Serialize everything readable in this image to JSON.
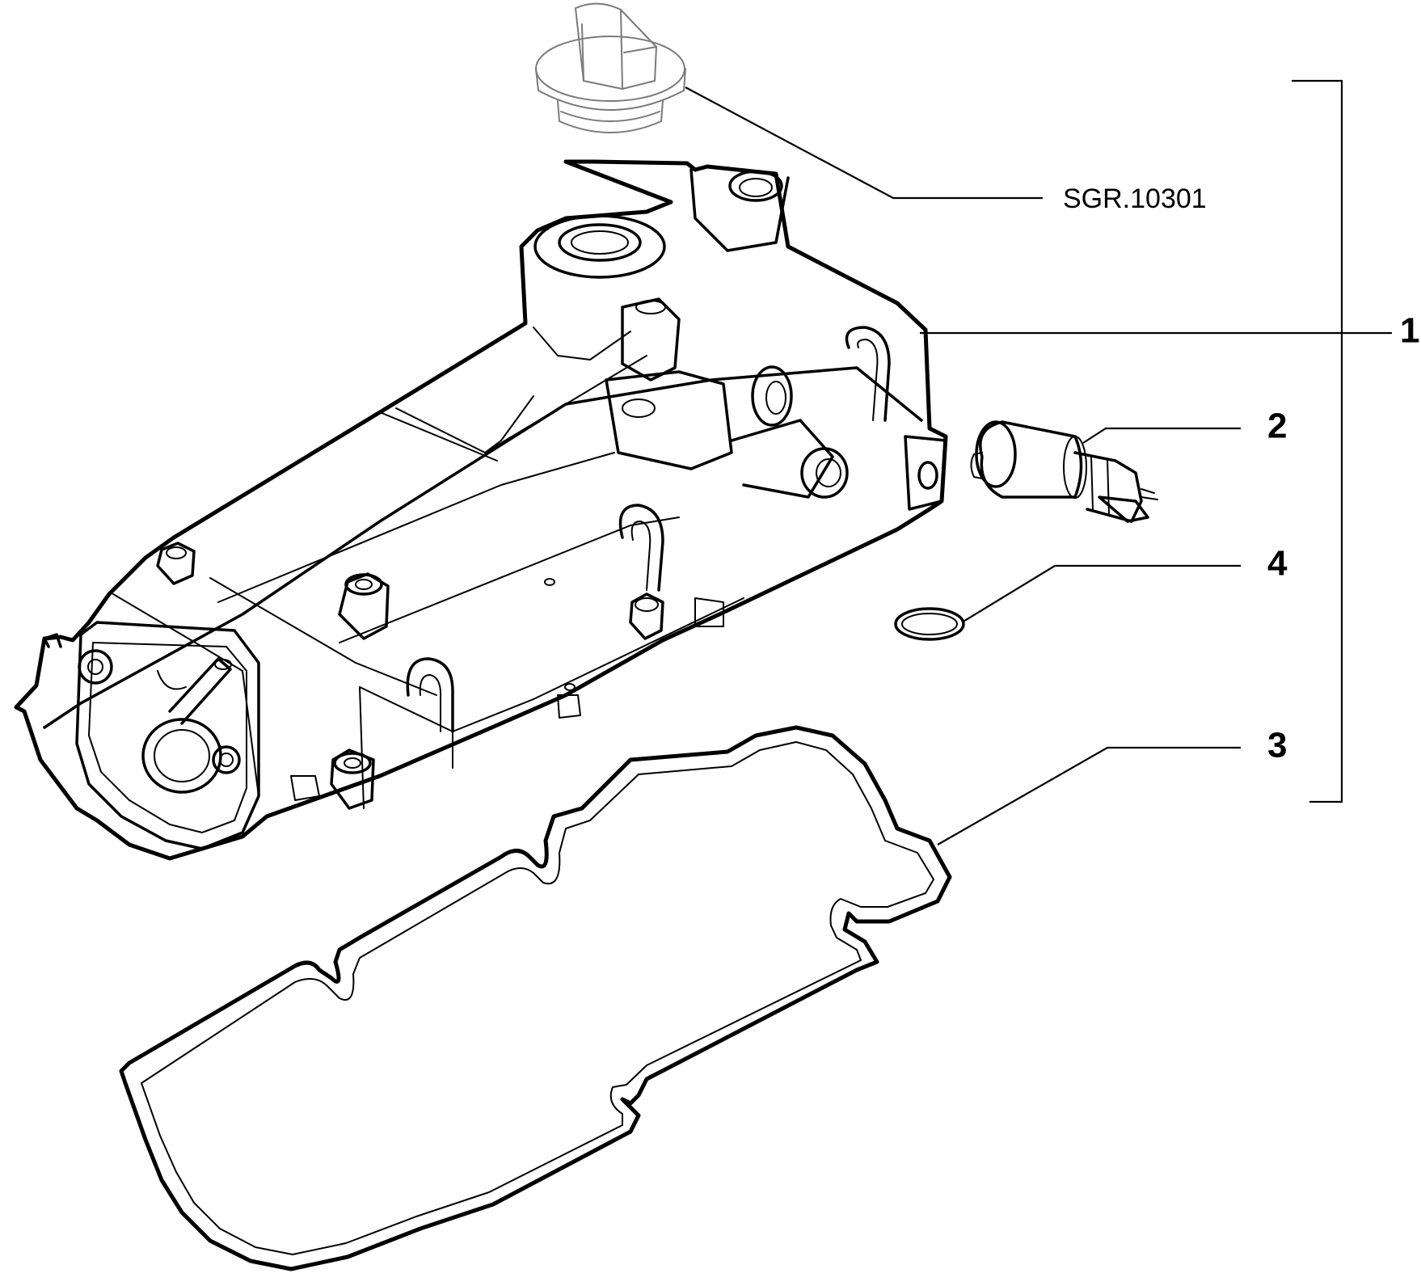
{
  "diagram": {
    "title": "Cylinder head cover exploded view",
    "colors": {
      "line": "#000000",
      "phantom": "#7a7a7a",
      "background": "#ffffff"
    },
    "callouts": [
      {
        "id": "1",
        "label": "1",
        "part": "cylinder-head-cover"
      },
      {
        "id": "2",
        "label": "2",
        "part": "sensor"
      },
      {
        "id": "3",
        "label": "3",
        "part": "cover-gasket"
      },
      {
        "id": "4",
        "label": "4",
        "part": "o-ring-seal"
      }
    ],
    "reference": {
      "label": "SGR.10301",
      "part": "oil-filler-cap"
    }
  }
}
